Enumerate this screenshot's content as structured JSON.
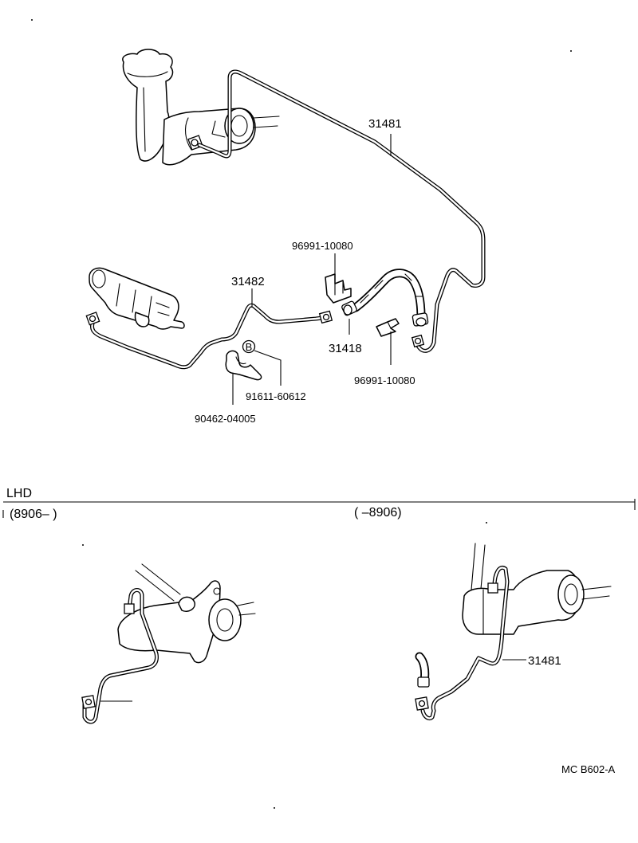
{
  "labels": {
    "pipe_main": "31481",
    "pipe_lower": "31482",
    "hose": "31418",
    "clip_upper": "96991-10080",
    "clip_lower": "96991-10080",
    "bolt": "91611-60612",
    "clamp": "90462-04005",
    "bolt_marker": "B",
    "pipe_inset_right": "31481"
  },
  "section": {
    "title": "LHD",
    "left_range": "(8906–        )",
    "right_range": "(        –8906)"
  },
  "footer": {
    "code": "MC  B602-A"
  }
}
